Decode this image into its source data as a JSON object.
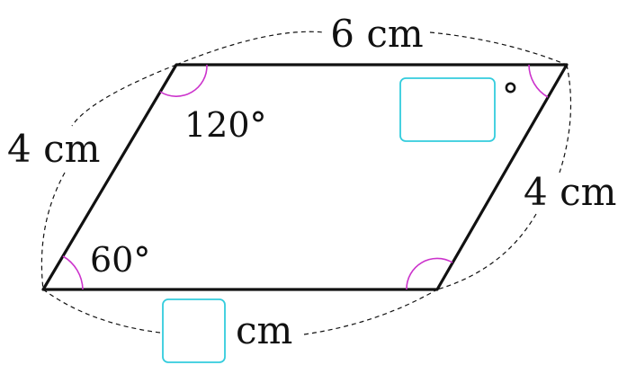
{
  "labels": {
    "top_side": "6 cm",
    "left_side": "4 cm",
    "right_side": "4 cm",
    "top_left_angle": "120°",
    "bottom_left_angle": "60°",
    "top_right_angle_unit": "°",
    "bottom_unit": "cm"
  },
  "answer_boxes": {
    "top_right_angle": "",
    "bottom_side": ""
  },
  "colors": {
    "stroke": "#111111",
    "angle_arc": "#cc33cc",
    "answer_box": "#33ccdd"
  }
}
